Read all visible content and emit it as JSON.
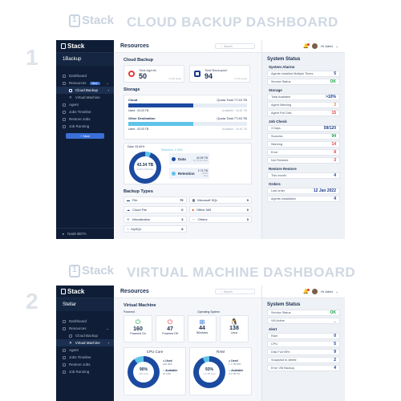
{
  "header1": {
    "logo": "Stack",
    "title": "CLOUD BACKUP DASHBOARD",
    "number": "1"
  },
  "header2": {
    "logo": "Stack",
    "title": "VIRTUAL MACHINE DASHBOARD",
    "number": "2"
  },
  "dash1": {
    "brand": "Stack",
    "org": "1Backup",
    "title": "Resources",
    "search_placeholder": "Search",
    "user": "Hi Jobel",
    "nav": [
      "Dashboard",
      "Resources",
      "Cloud Backup",
      "Virtual Machine",
      "Agent",
      "Jobs Timeline",
      "Restore Jobs",
      "Job Running"
    ],
    "nav_badge": "New",
    "new_button": "+ New",
    "footer": "Node BETA",
    "cloud_backup_title": "Cloud Backup",
    "total_agents_label": "Total Agents",
    "total_agents": "50",
    "total_agents_note": "in this week",
    "total_backupset_label": "Total Backupset",
    "total_backupset": "94",
    "total_backupset_note": "in this week",
    "storage_title": "Storage",
    "cloud_label": "Cloud",
    "cloud_quota": "Quota Total 77.63 TB",
    "cloud_used": "Used : 43.03 TB",
    "cloud_avail": "Available : 34.61 TB",
    "other_label": "Other Destination",
    "other_quota": "Quota Total 77.63 TB",
    "other_used": "Used : 43.03 TB",
    "other_avail": "Available : 34.61 TB",
    "donut_data_label": "Data: 93.60%",
    "donut_retention_label": "Retention: 6.35%",
    "donut_value": "43.34 TB",
    "donut_sub": "12,810,678 Files",
    "data_label": "Data",
    "data_size": "40.59 TB",
    "data_files": "12,778,014 Files",
    "retention_label": "Retention",
    "retention_size": "2.74 TB",
    "retention_files": "32,664 Files",
    "backup_types_title": "Backup Types",
    "backup_types": [
      [
        "File",
        "75"
      ],
      [
        "Microsoft SQL",
        "9"
      ],
      [
        "Cloud File",
        "0"
      ],
      [
        "Office 365",
        "0"
      ],
      [
        "Virtualization",
        "3"
      ],
      [
        "Others",
        "0"
      ],
      [
        "MySQL",
        "8"
      ]
    ],
    "status_title": "System Status",
    "alarms_title": "System Alarms",
    "alarms": [
      [
        "Agents Installed Multiple Times",
        "5"
      ],
      [
        "Service Status",
        "OK"
      ]
    ],
    "storage_status_title": "Storage",
    "storage_status": [
      [
        "Total Available",
        ">10%"
      ],
      [
        "Agent Warning",
        "3"
      ],
      [
        "Agent Full Disk",
        "15"
      ]
    ],
    "job_check_title": "Job Check",
    "job_check": [
      [
        "3 Days",
        "59/120"
      ],
      [
        "Success",
        "94"
      ],
      [
        "Warning",
        "14"
      ],
      [
        "Error",
        "8"
      ],
      [
        "Not Finished",
        "3"
      ]
    ],
    "restore_title": "Restore Restore",
    "restore": [
      [
        "This month",
        "4"
      ]
    ],
    "orders_title": "Orders",
    "orders": [
      [
        "Last order",
        "12 Jan 2022"
      ],
      [
        "Agents installation",
        "4"
      ]
    ]
  },
  "dash2": {
    "brand": "Stack",
    "org": "Stellar",
    "title": "Resources",
    "search_placeholder": "Search",
    "user": "Hi Jobel",
    "nav": [
      "Dashboard",
      "Resources",
      "Cloud Backup",
      "Virtual Machine",
      "Agent",
      "Jobs Timeline",
      "Restore Jobs",
      "Job Running"
    ],
    "vm_title": "Virtual Machine",
    "powered_label": "Powered",
    "os_label": "Operating System",
    "powered_on": "160",
    "powered_on_label": "Powered On",
    "powered_off": "47",
    "powered_off_label": "Powered Off",
    "windows": "44",
    "windows_label": "Windows",
    "linux": "138",
    "linux_label": "Linux",
    "cpu_title": "CPU Core",
    "cpu_pct": "90%",
    "cpu_sub": "256 Total",
    "cpu_used_label": "Used",
    "cpu_used": "236 90%",
    "cpu_avail_label": "Available",
    "cpu_avail": "20 10%",
    "ram_title": "RAM",
    "ram_pct": "93%",
    "ram_sub": "1.8 TB Total",
    "ram_used_label": "Used",
    "ram_used": "1.7 TB 93%",
    "ram_avail_label": "Available",
    "ram_avail": "0.1 TB 7%",
    "status_title": "System Status",
    "service": [
      [
        "Service Status",
        "OK"
      ]
    ],
    "vm_active": "VM Active",
    "alert_title": "Alert",
    "alerts": [
      [
        "Ram",
        "0"
      ],
      [
        "CPU",
        "5"
      ],
      [
        "Disk Full 95%",
        "9"
      ],
      [
        "Snapshot to delete",
        "2"
      ],
      [
        "Error VM Backup",
        "4"
      ]
    ]
  }
}
